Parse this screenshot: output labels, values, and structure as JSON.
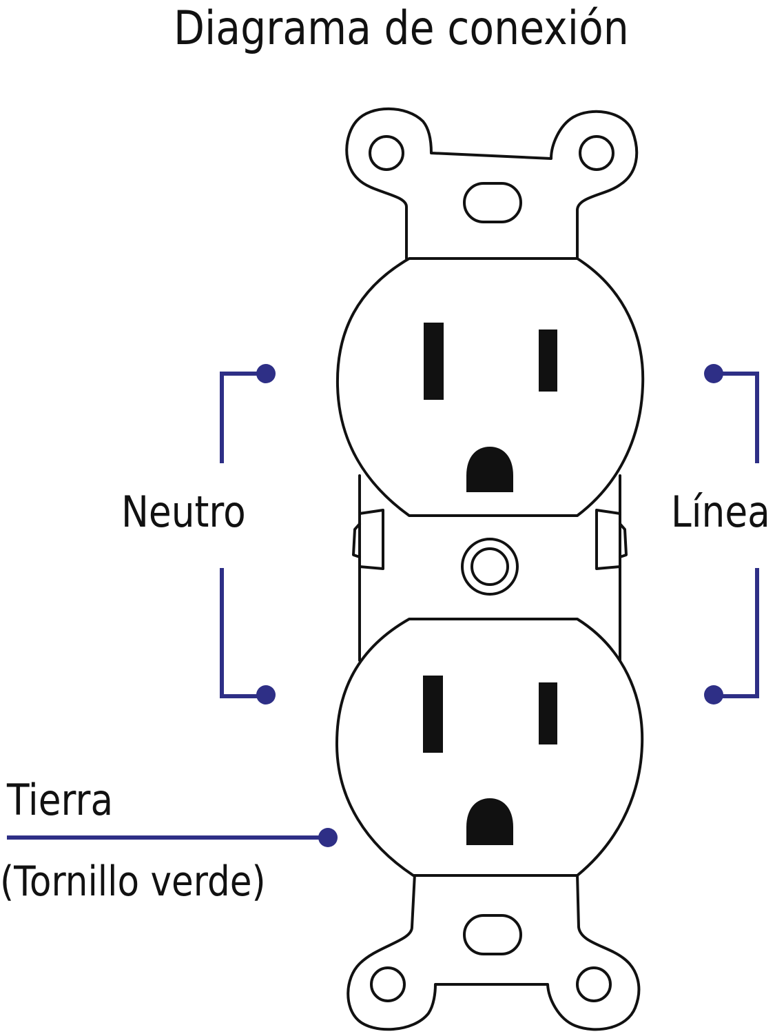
{
  "title": "Diagrama de conexión",
  "labels": {
    "neutral": "Neutro",
    "line": "Línea",
    "ground": "Tierra",
    "ground_note": "(Tornillo verde)"
  },
  "colors": {
    "leader": "#2e2f86",
    "outline": "#111111",
    "background": "#ffffff"
  }
}
